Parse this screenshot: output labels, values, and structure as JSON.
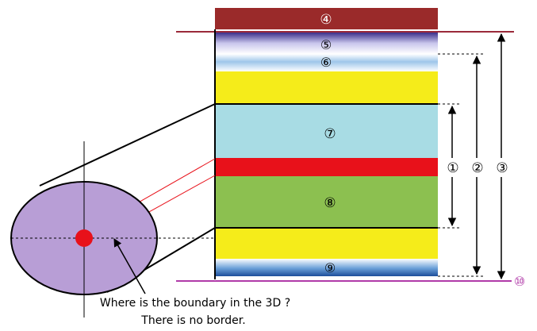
{
  "layers": {
    "top_label": "④",
    "layer5_label": "⑤",
    "layer6_label": "⑥",
    "layer7_label": "⑦",
    "layer8_label": "⑧",
    "layer9_label": "⑨"
  },
  "dimensions": {
    "d1_label": "①",
    "d2_label": "②",
    "d3_label": "③",
    "boundary_label": "⑩"
  },
  "caption": {
    "line1": "Where is the boundary in the 3D ?",
    "line2": "There is no border."
  },
  "colors": {
    "top_band": "#9a2a2a",
    "boundary_line": "#9b2a3a",
    "bottom_line": "#b03aa8",
    "yellow": "#f5ec1a",
    "light_blue": "#a8dce4",
    "red": "#e8111a",
    "green": "#8cc050",
    "cylinder_face": "#b89ed6",
    "core": "#e8111a"
  }
}
